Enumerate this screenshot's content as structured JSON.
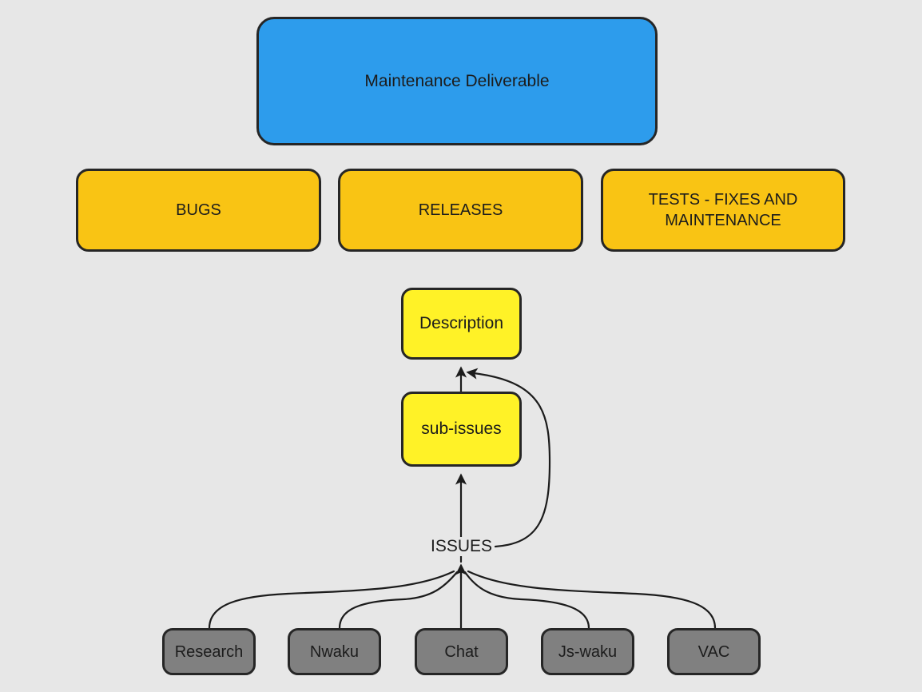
{
  "diagram": {
    "background_color": "#e7e7e7",
    "stroke_color": "#262626",
    "title_node": {
      "label": "Maintenance Deliverable",
      "color": "#2d9cec"
    },
    "category_nodes": [
      {
        "label": "BUGS",
        "color": "#f9c414"
      },
      {
        "label": "RELEASES",
        "color": "#f9c414"
      },
      {
        "label": "TESTS - FIXES AND\nMAINTENANCE",
        "color": "#f9c414"
      }
    ],
    "detail_nodes": [
      {
        "label": "Description",
        "color": "#fff227"
      },
      {
        "label": "sub-issues",
        "color": "#fff227"
      }
    ],
    "source_nodes": [
      {
        "label": "Research",
        "color": "#808080"
      },
      {
        "label": "Nwaku",
        "color": "#808080"
      },
      {
        "label": "Chat",
        "color": "#808080"
      },
      {
        "label": "Js-waku",
        "color": "#808080"
      },
      {
        "label": "VAC",
        "color": "#808080"
      }
    ],
    "edge_labels": [
      {
        "label": "ISSUES"
      }
    ]
  }
}
